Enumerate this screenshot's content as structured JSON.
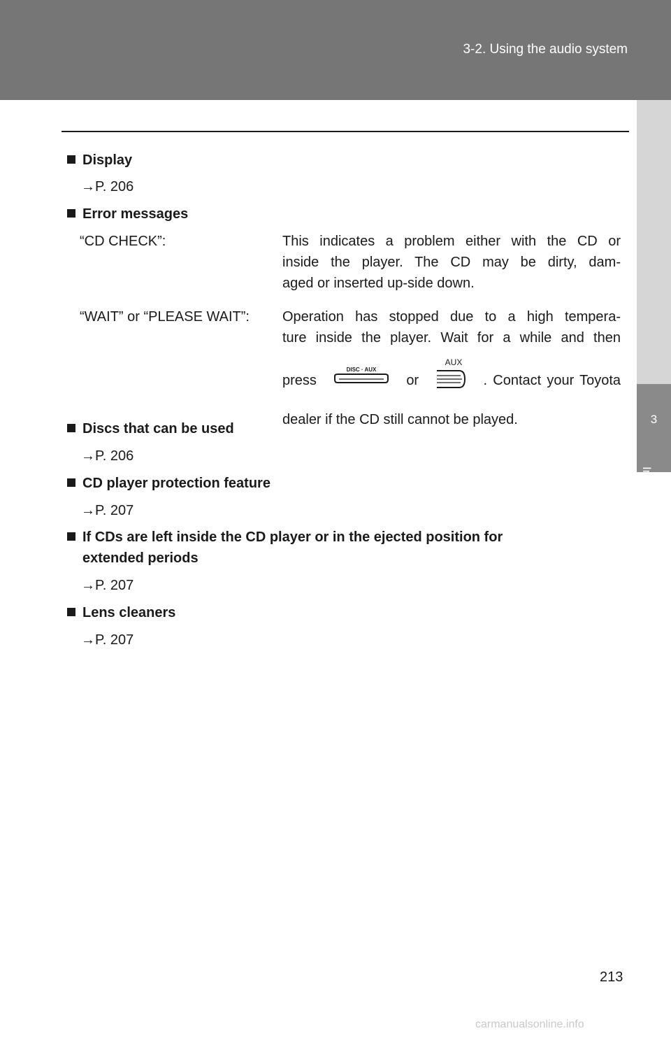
{
  "header": {
    "title": "3-2. Using the audio system"
  },
  "side_tab": {
    "chapter_number": "3",
    "chapter_label": "Interior features"
  },
  "sections": {
    "display": {
      "heading": "Display",
      "ref": "→P. 206"
    },
    "error": {
      "heading": "Error messages",
      "cd_check": {
        "label": "“CD CHECK”:",
        "lines": [
          "This indicates a problem either with the CD or",
          "inside the player. The CD may be dirty, dam-",
          "aged or inserted up-side down."
        ]
      },
      "wait": {
        "label": "“WAIT” or “PLEASE WAIT”:",
        "line1": "Operation has stopped due to a high tempera-",
        "line2": "ture inside the player. Wait for a while and then",
        "press": "press",
        "or": "or",
        "contact": ". Contact your Toyota",
        "line4": "dealer if the CD still cannot be played.",
        "disc_button_text": "DISC · AUX",
        "aux_button_text": "AUX"
      }
    },
    "discs": {
      "heading": "Discs that can be used",
      "ref": "→P. 206"
    },
    "protection": {
      "heading": "CD player protection feature",
      "ref": "→P. 207"
    },
    "left_inside": {
      "heading_line1": "If CDs are left inside the CD player or in the ejected position for",
      "heading_line2": "extended periods",
      "ref": "→P. 207"
    },
    "lens": {
      "heading": "Lens cleaners",
      "ref": "→P. 207"
    }
  },
  "page_number": "213",
  "watermark": "carmanualsonline.info"
}
